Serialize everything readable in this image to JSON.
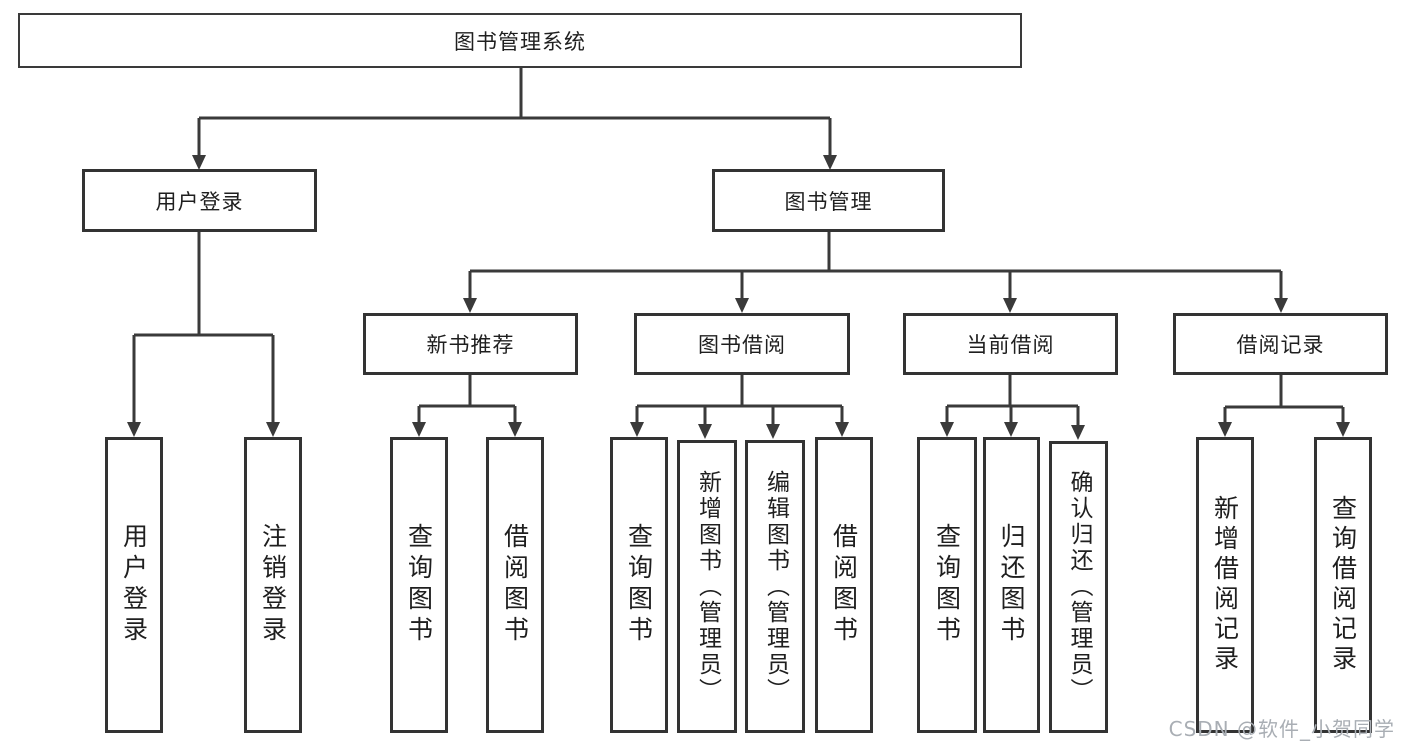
{
  "diagram": {
    "root": {
      "label": "图书管理系统"
    },
    "level2": {
      "user_login": {
        "label": "用户登录"
      },
      "book_mgmt": {
        "label": "图书管理"
      }
    },
    "level3": {
      "new_books": {
        "label": "新书推荐"
      },
      "borrowing": {
        "label": "图书借阅"
      },
      "current": {
        "label": "当前借阅"
      },
      "records": {
        "label": "借阅记录"
      }
    },
    "leaves": {
      "user_login_login": {
        "label": "用户登录"
      },
      "user_login_logout": {
        "label": "注销登录"
      },
      "new_books_query": {
        "label": "查询图书"
      },
      "new_books_borrow": {
        "label": "借阅图书"
      },
      "borrowing_query": {
        "label": "查询图书"
      },
      "borrowing_add": {
        "label": "新增图书（管理员）"
      },
      "borrowing_edit": {
        "label": "编辑图书（管理员）"
      },
      "borrowing_borrow": {
        "label": "借阅图书"
      },
      "current_query": {
        "label": "查询图书"
      },
      "current_return": {
        "label": "归还图书"
      },
      "current_confirm": {
        "label": "确认归还（管理员）"
      },
      "records_add": {
        "label": "新增借阅记录"
      },
      "records_query": {
        "label": "查询借阅记录"
      }
    }
  },
  "watermark": {
    "text": "CSDN @软件_小贺同学"
  },
  "colors": {
    "line": "#3a3a3a",
    "box_border": "#333333",
    "box_fill": "#ffffff",
    "text": "#1f1f1f",
    "watermark": "#a9aeb4"
  }
}
